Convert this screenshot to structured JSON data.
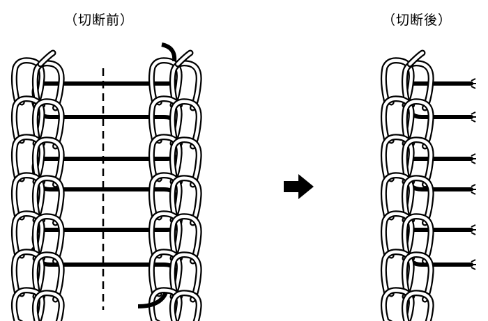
{
  "labels": {
    "before": "（切断前）",
    "after": "（切断後）"
  },
  "colors": {
    "ink": "#000000",
    "paper": "#ffffff"
  },
  "diagram": {
    "before_threads": 6,
    "after_threads": 6,
    "chain_rows": 7
  }
}
